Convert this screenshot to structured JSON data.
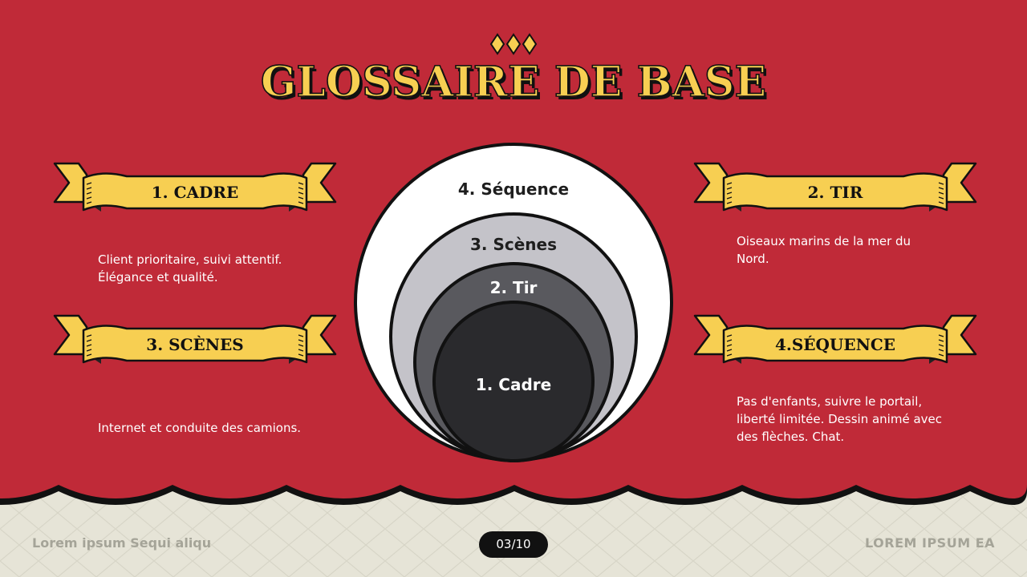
{
  "title": "GLOSSAIRE DE BASE",
  "banners": [
    {
      "label": "1. CADRE"
    },
    {
      "label": "2. TIR"
    },
    {
      "label": "3. SCÈNES"
    },
    {
      "label": "4.SÉQUENCE"
    }
  ],
  "descriptions": {
    "cadre": [
      "Client prioritaire, suivi attentif.",
      "Élégance et qualité."
    ],
    "tir": [
      "Oiseaux marins de la mer du",
      "Nord."
    ],
    "scenes": [
      "Internet et conduite des camions."
    ],
    "sequence": [
      "Pas d'enfants, suivre le portail,",
      "liberté limitée. Dessin animé avec",
      "des flèches. Chat."
    ]
  },
  "diagram": {
    "circles": [
      {
        "label": "4. Séquence",
        "fill": "#ffffff",
        "text_color": "#1e1e1e"
      },
      {
        "label": "3. Scènes",
        "fill": "#c4c3c9",
        "text_color": "#1e1e1e"
      },
      {
        "label": "2. Tir",
        "fill": "#59595e",
        "text_color": "#ffffff"
      },
      {
        "label": "1. Cadre",
        "fill": "#2a2a2d",
        "text_color": "#ffffff"
      }
    ]
  },
  "footer": {
    "left": "Lorem ipsum Sequi aliqu",
    "page": "03/10",
    "right": "LOREM IPSUM EA"
  },
  "colors": {
    "background_red": "#c02a38",
    "banner_yellow": "#f7cf52",
    "cream": "#e6e4d7"
  }
}
